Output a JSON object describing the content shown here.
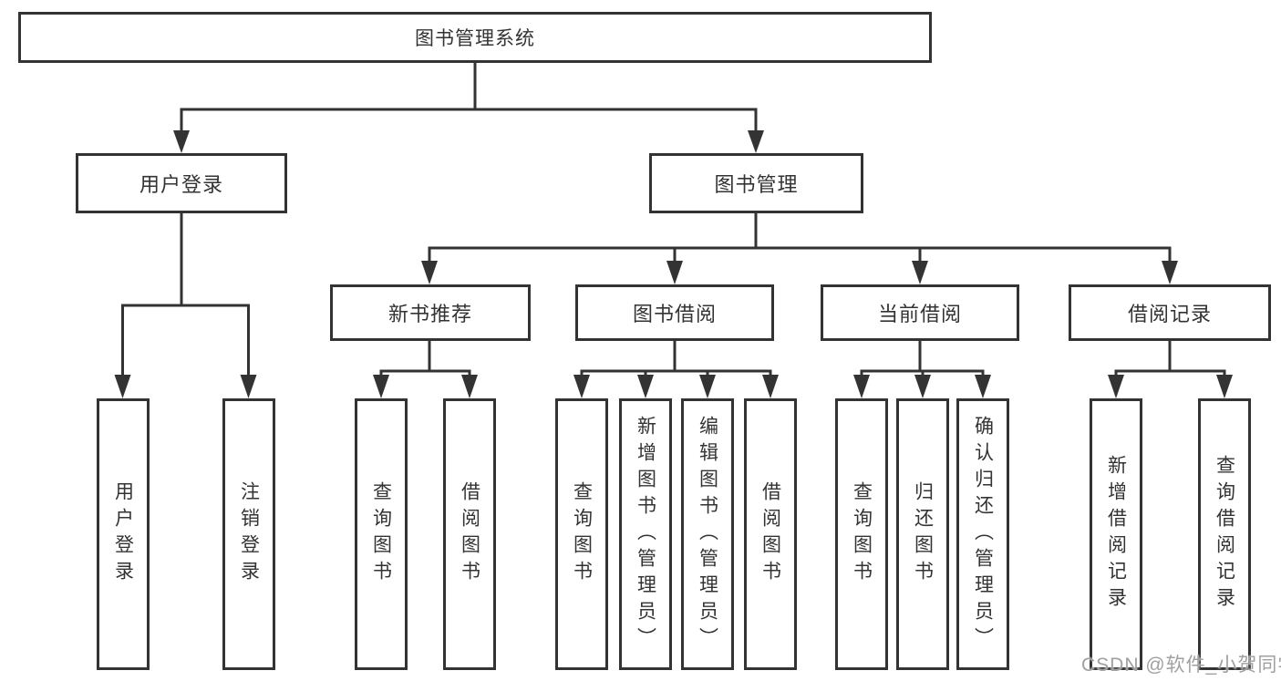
{
  "tree": {
    "root": "图书管理系统",
    "children": [
      {
        "label": "用户登录",
        "children": [
          "用户登录",
          "注销登录"
        ]
      },
      {
        "label": "图书管理",
        "children": [
          {
            "label": "新书推荐",
            "children": [
              "查询图书",
              "借阅图书"
            ]
          },
          {
            "label": "图书借阅",
            "children": [
              "查询图书",
              "新增图书（管理员）",
              "编辑图书（管理员）",
              "借阅图书"
            ]
          },
          {
            "label": "当前借阅",
            "children": [
              "查询图书",
              "归还图书",
              "确认归还（管理员）"
            ]
          },
          {
            "label": "借阅记录",
            "children": [
              "新增借阅记录",
              "查询借阅记录"
            ]
          }
        ]
      }
    ]
  },
  "watermark": "CSDN @软件_小贺同学",
  "colors": {
    "line": "#333333",
    "text": "#333333",
    "background": "#ffffff",
    "watermark": "#a0a0a0"
  }
}
